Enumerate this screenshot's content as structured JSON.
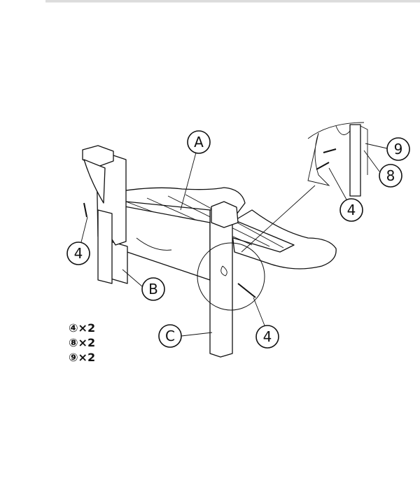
{
  "diagram": {
    "callouts": {
      "A": "A",
      "B": "B",
      "C": "C",
      "screw_left": "4",
      "screw_right": "4",
      "screw_detail": "4",
      "part_9": "9",
      "part_8": "8"
    },
    "parts_list": [
      {
        "part": "④",
        "qty": "×2"
      },
      {
        "part": "⑧",
        "qty": "×2"
      },
      {
        "part": "⑨",
        "qty": "×2"
      }
    ]
  }
}
